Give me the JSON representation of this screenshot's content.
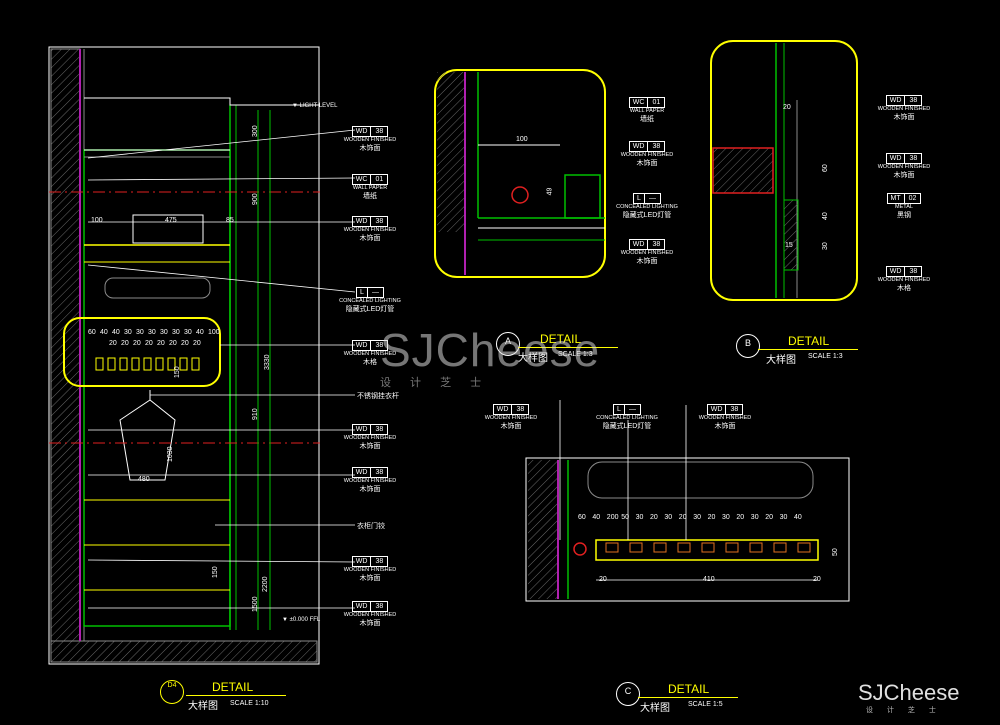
{
  "colors": {
    "background": "#000000",
    "outline": "#ffffff",
    "yellow": "#ffff00",
    "green": "#00c000",
    "cyan": "#00ffff",
    "red": "#e02020",
    "magenta": "#b020b0",
    "gray": "#8a8a8a"
  },
  "tag_codes": {
    "wd": "WD",
    "wd_num": "38",
    "wc": "WC",
    "wc_num": "01",
    "l": "L",
    "l_num": "—",
    "mt": "MT",
    "mt_num": "02"
  },
  "callouts": {
    "wood_en": "WOODEN FINISHED",
    "wood_cn": "木饰面",
    "wood_cn_grid": "木格",
    "wallpaper_en": "WALL PAPER",
    "wallpaper_cn": "墙纸",
    "light_en": "CONCEALED LIGHTING",
    "light_cn": "隐藏式LED灯管",
    "metal_en": "METAL",
    "metal_cn": "黑钢",
    "rail_cn": "不锈钢挂衣杆",
    "hinge_cn": "衣柜门铰"
  },
  "levels": {
    "top": "LIGHT LEVEL",
    "bottom": "±0.000 FFL"
  },
  "detail_d4": {
    "title": "DETAIL",
    "number": "D4",
    "cn": "大样图",
    "scale": "SCALE  1:10",
    "dims_vertical": [
      "300",
      "900",
      "3330",
      "910",
      "1030",
      "150",
      "1500",
      "2200"
    ],
    "dims_horizontal": [
      "100",
      "475",
      "85",
      "480"
    ],
    "dim_150": "150",
    "grid_dims": [
      "60",
      "40",
      "40",
      "30",
      "30",
      "30",
      "30",
      "30",
      "30",
      "40",
      "100"
    ],
    "grid_dims2": [
      "20",
      "20",
      "20",
      "20",
      "20",
      "20",
      "20",
      "20"
    ]
  },
  "detail_a": {
    "title": "DETAIL",
    "letter": "A",
    "cn": "大样图",
    "scale": "SCALE  1:3",
    "dim1": "100",
    "dim2": "49"
  },
  "detail_b": {
    "title": "DETAIL",
    "letter": "B",
    "cn": "大样图",
    "scale": "SCALE  1:3",
    "dims": [
      "20",
      "60",
      "40",
      "30",
      "15"
    ]
  },
  "detail_c": {
    "title": "DETAIL",
    "letter": "C",
    "cn": "大样图",
    "scale": "SCALE  1:5",
    "top_dims": [
      "60",
      "40",
      "200",
      "50",
      "30",
      "20",
      "30",
      "20",
      "30",
      "20",
      "30",
      "20",
      "30",
      "20",
      "30",
      "40"
    ],
    "bottom_dims": [
      "20",
      "410",
      "20"
    ],
    "side_dim": "50"
  },
  "watermark": {
    "brand": "SJCheese",
    "cn": "设   计   芝   士"
  },
  "corner_logo": {
    "brand": "SJCheese",
    "cn": "设   计   芝   士"
  }
}
